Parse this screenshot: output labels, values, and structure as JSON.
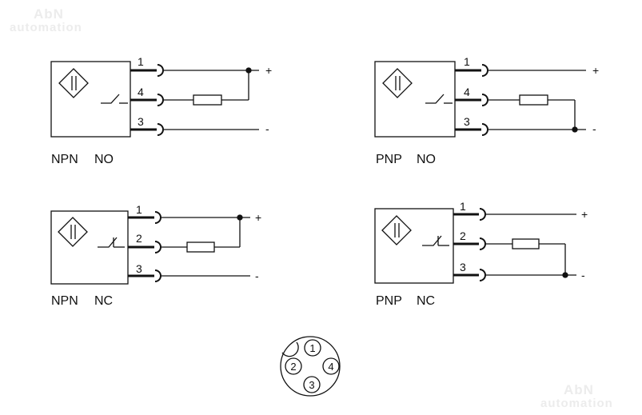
{
  "watermarks": {
    "top": {
      "brand": "AbN",
      "tag": "automation"
    },
    "bottom": {
      "brand": "AbN",
      "tag": "automation"
    }
  },
  "diagrams": [
    {
      "type": "NPN",
      "mode": "NO",
      "pins": [
        "1",
        "4",
        "3"
      ],
      "supply": [
        "+",
        "-"
      ]
    },
    {
      "type": "PNP",
      "mode": "NO",
      "pins": [
        "1",
        "4",
        "3"
      ],
      "supply": [
        "+",
        "-"
      ]
    },
    {
      "type": "NPN",
      "mode": "NC",
      "pins": [
        "1",
        "2",
        "3"
      ],
      "supply": [
        "+",
        "-"
      ]
    },
    {
      "type": "PNP",
      "mode": "NC",
      "pins": [
        "1",
        "2",
        "3"
      ],
      "supply": [
        "+",
        "-"
      ]
    }
  ],
  "connector": {
    "pins": [
      "1",
      "2",
      "3",
      "4"
    ]
  }
}
